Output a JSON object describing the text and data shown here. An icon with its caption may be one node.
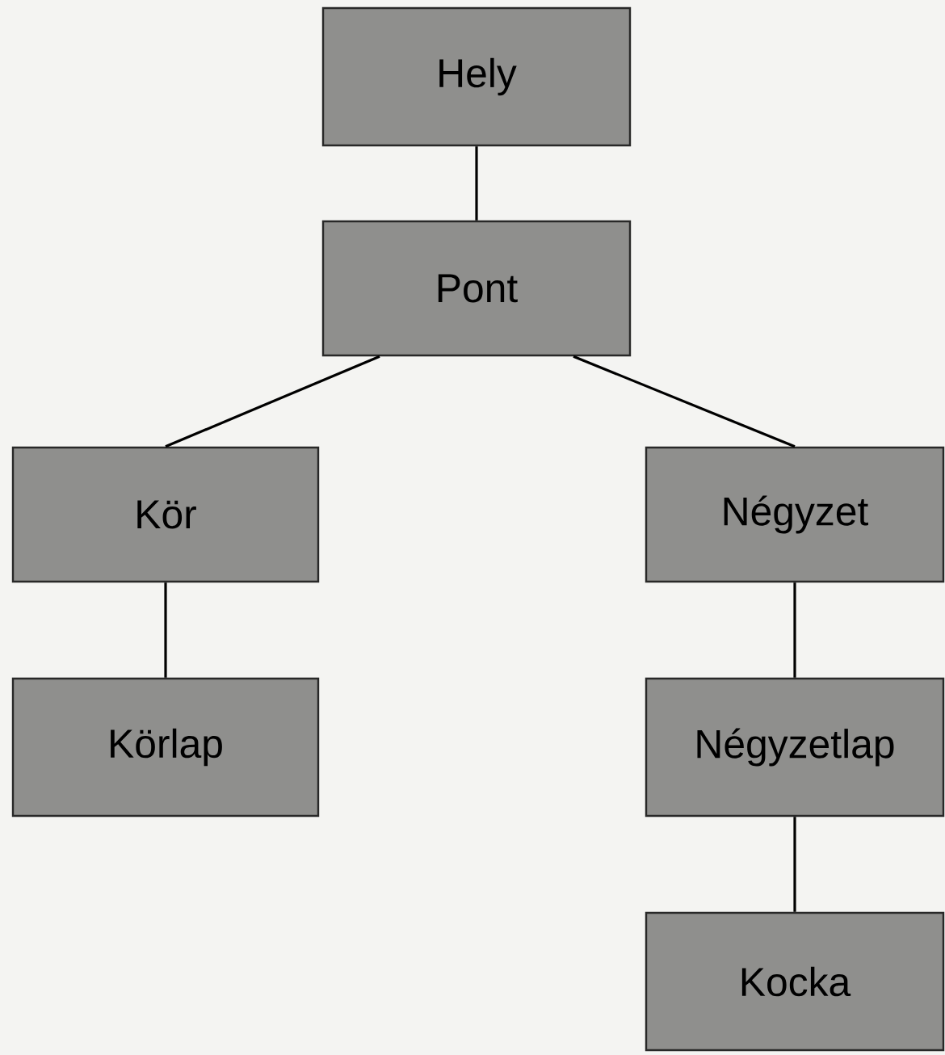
{
  "diagram": {
    "nodes": [
      {
        "text": [
          "Hely"
        ]
      },
      {
        "text": [
          "Pont"
        ]
      },
      {
        "text": [
          "Kör"
        ]
      },
      {
        "text": [
          "Négyzet"
        ]
      },
      {
        "text": [
          "Körlap"
        ]
      },
      {
        "text": [
          "Négyzetlap"
        ]
      },
      {
        "text": [
          "Kocka"
        ]
      }
    ],
    "edges": [
      {
        "from": 0,
        "to": 1,
        "arrow": "none"
      },
      {
        "from": 1,
        "to": 2,
        "arrow": "none"
      },
      {
        "from": 1,
        "to": 3,
        "arrow": "none"
      },
      {
        "from": 2,
        "to": 4,
        "arrow": "none"
      },
      {
        "from": 3,
        "to": 5,
        "arrow": "none"
      },
      {
        "from": 5,
        "to": 6,
        "arrow": "none"
      }
    ]
  }
}
